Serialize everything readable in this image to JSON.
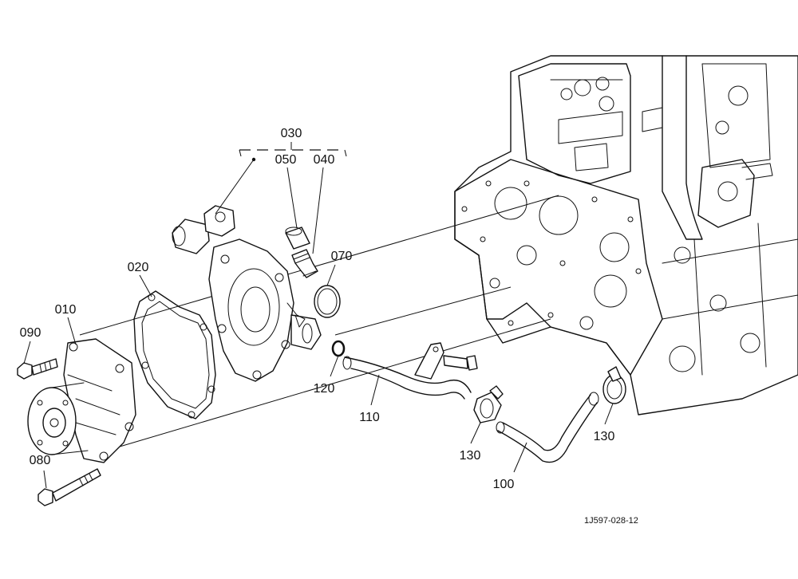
{
  "callouts": {
    "c030": "030",
    "c050": "050",
    "c040": "040",
    "c070": "070",
    "c020": "020",
    "c010": "010",
    "c090": "090",
    "c120": "120",
    "c110": "110",
    "c130a": "130",
    "c130b": "130",
    "c100": "100",
    "c080": "080"
  },
  "reference_code": "1J597-028-12"
}
